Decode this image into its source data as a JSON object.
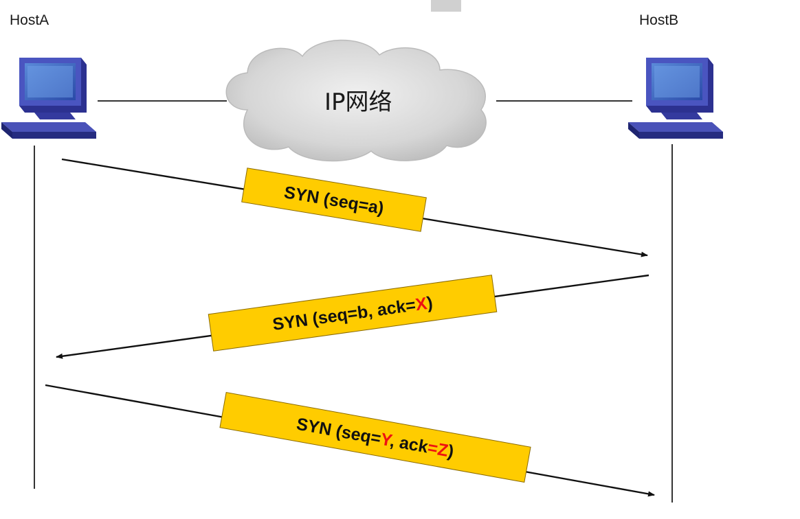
{
  "hosts": {
    "a_label": "HostA",
    "b_label": "HostB"
  },
  "network": {
    "label": "IP网络"
  },
  "messages": [
    {
      "direction": "A-to-B",
      "prefix": "SYN (seq=a)",
      "h1": "",
      "mid": "",
      "h2": "",
      "suffix": ""
    },
    {
      "direction": "B-to-A",
      "prefix": "SYN (seq=b, ack",
      "h1": "",
      "mid": "=",
      "h2": "X",
      "suffix": ")"
    },
    {
      "direction": "A-to-B",
      "prefix": "SYN (seq=",
      "h1": "Y",
      "mid": ", ack",
      "h2": "=Z",
      "suffix": ")"
    }
  ],
  "colors": {
    "message_box": "#ffcc00",
    "highlight": "#ee1111",
    "monitor": "#3a3fa8"
  }
}
